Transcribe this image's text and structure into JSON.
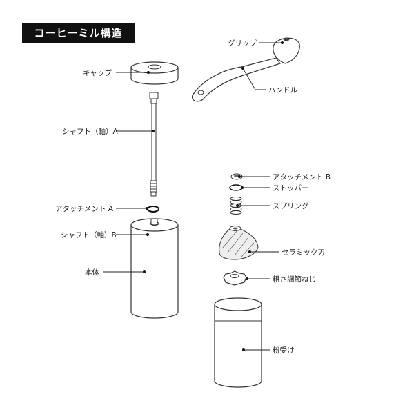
{
  "title": "コーヒーミル構造",
  "labels": {
    "cap": "キャップ",
    "shaft_a": "シャフト（軸）A",
    "attachment_a": "アタッチメント A",
    "shaft_b": "シャフト（軸）B",
    "body": "本体",
    "grip": "グリップ",
    "handle": "ハンドル",
    "attachment_b": "アタッチメント B",
    "stopper": "ストッパー",
    "spring": "スプリング",
    "ceramic_blade": "セラミック刃",
    "adjust_nut": "粗さ調節ねじ",
    "powder_cup": "粉受け"
  }
}
